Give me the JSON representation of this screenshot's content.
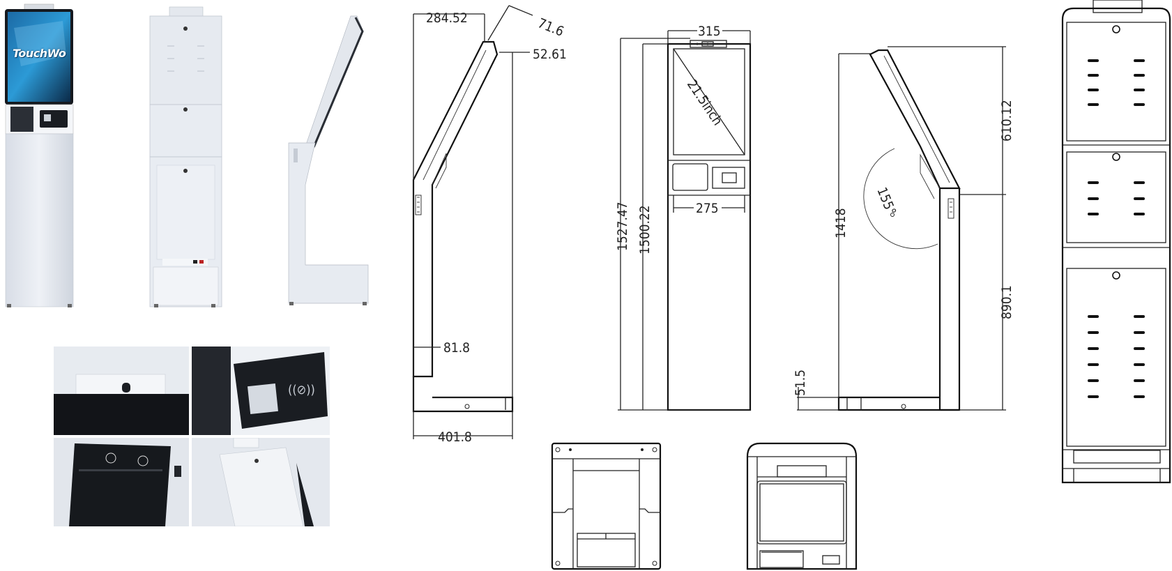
{
  "product": {
    "brand_logo_text": "TouchWo"
  },
  "dimensions": {
    "side_left": {
      "top_depth": "284.52",
      "head_depth": "71.6",
      "head_height": "52.61",
      "wall_thickness": "81.8",
      "base_depth": "401.8"
    },
    "front": {
      "overall_width": "315",
      "screen_size": "21.5inch",
      "height_total": "1527.47",
      "height_body": "1500.22",
      "panel_width": "275"
    },
    "side_right": {
      "height": "1418",
      "angle": "155°",
      "upper_height": "610.12",
      "lower_height": "890.1",
      "base_height": "51.5"
    }
  },
  "colors": {
    "kiosk_body": "#e9edf3",
    "screen": "#0b2a48",
    "line": "#222222",
    "background": "#ffffff"
  }
}
